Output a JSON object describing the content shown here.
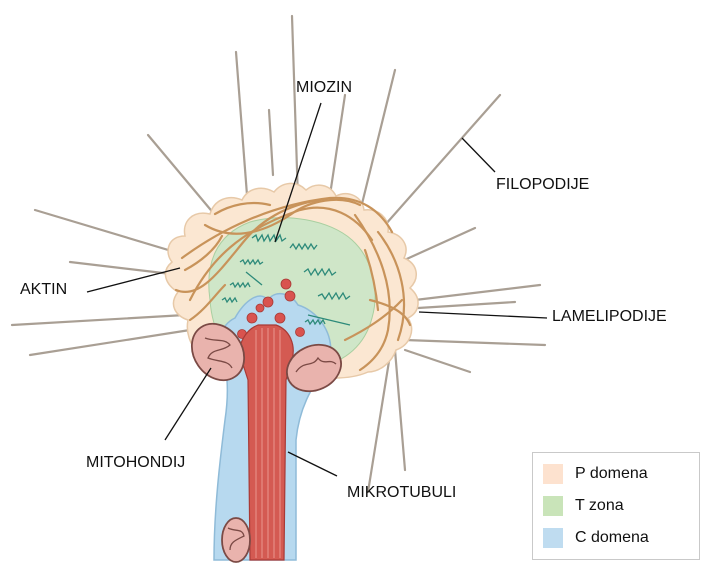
{
  "labels": {
    "miozin": "MIOZIN",
    "filopodije": "FILOPODIJE",
    "aktin": "AKTIN",
    "lamelipodije": "LAMELIPODIJE",
    "mitohondij": "MITOHONDIJ",
    "mikrotubuli": "MIKROTUBULI"
  },
  "legend": {
    "items": [
      {
        "label": "P domena",
        "color": "#fde2cf"
      },
      {
        "label": "T zona",
        "color": "#c9e4b9"
      },
      {
        "label": "C domena",
        "color": "#bfdcf0"
      }
    ]
  },
  "colors": {
    "p_domain": "#fbe7d2",
    "t_zone": "#cfe6c8",
    "c_domain": "#b7d9ef",
    "actin": "#c8935a",
    "microtubule": "#c8453f",
    "mitochondrion": "#e9b3ad",
    "myosin": "#2d8a7a"
  }
}
